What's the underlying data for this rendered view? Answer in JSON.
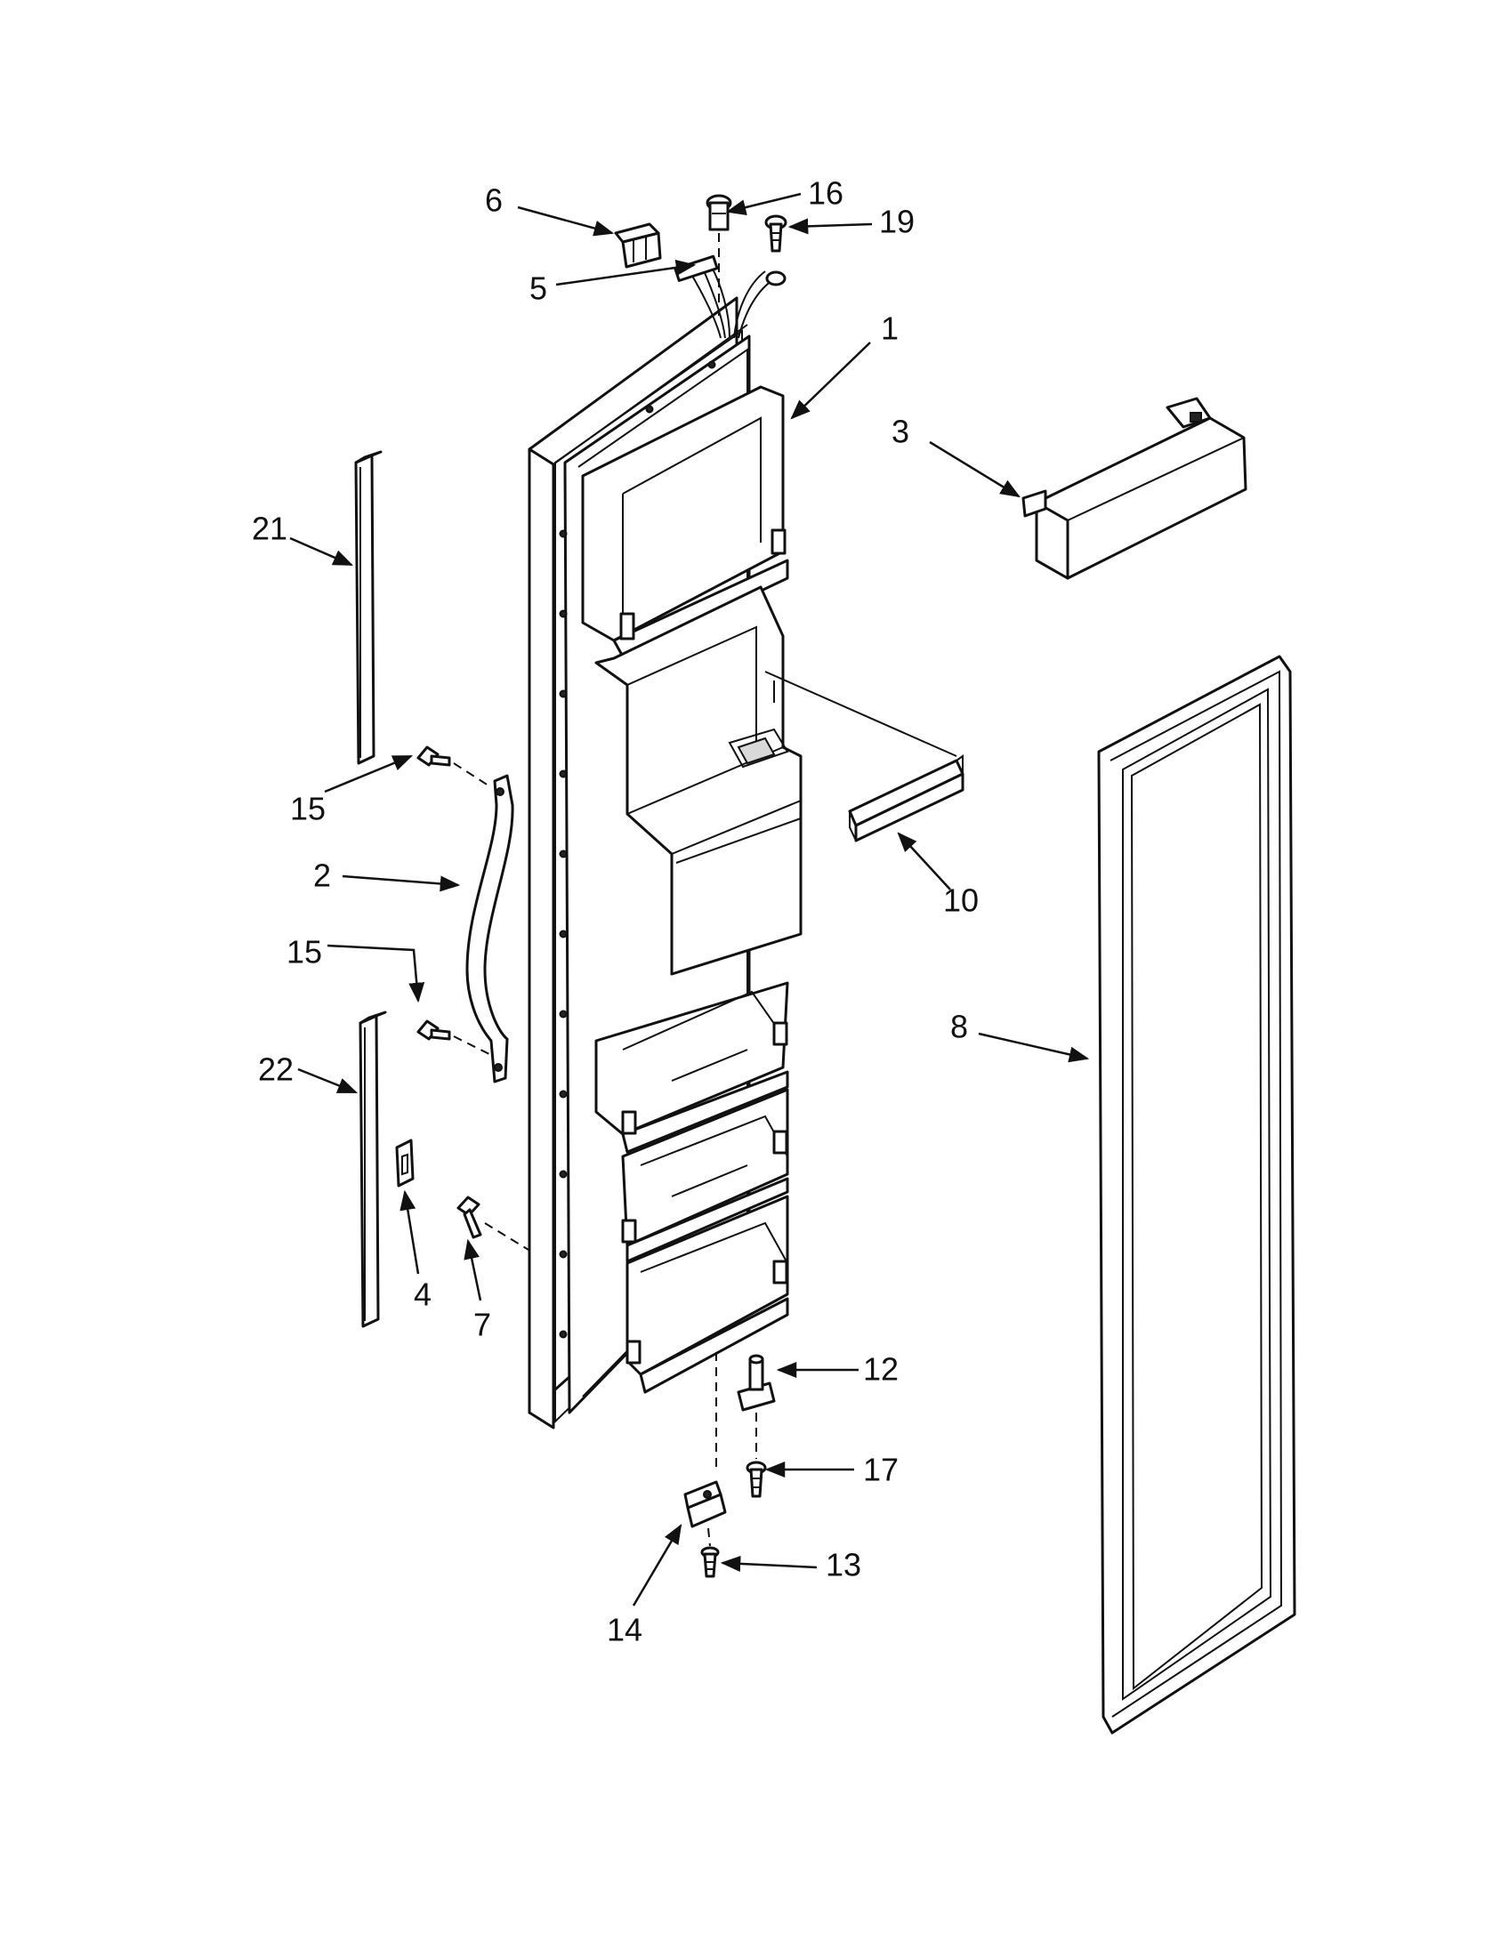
{
  "callouts": {
    "c1": "1",
    "c2": "2",
    "c3": "3",
    "c4": "4",
    "c5": "5",
    "c6": "6",
    "c7": "7",
    "c8": "8",
    "c10": "10",
    "c12": "12",
    "c13": "13",
    "c14": "14",
    "c15a": "15",
    "c15b": "15",
    "c16": "16",
    "c17": "17",
    "c19": "19",
    "c21": "21",
    "c22": "22"
  }
}
